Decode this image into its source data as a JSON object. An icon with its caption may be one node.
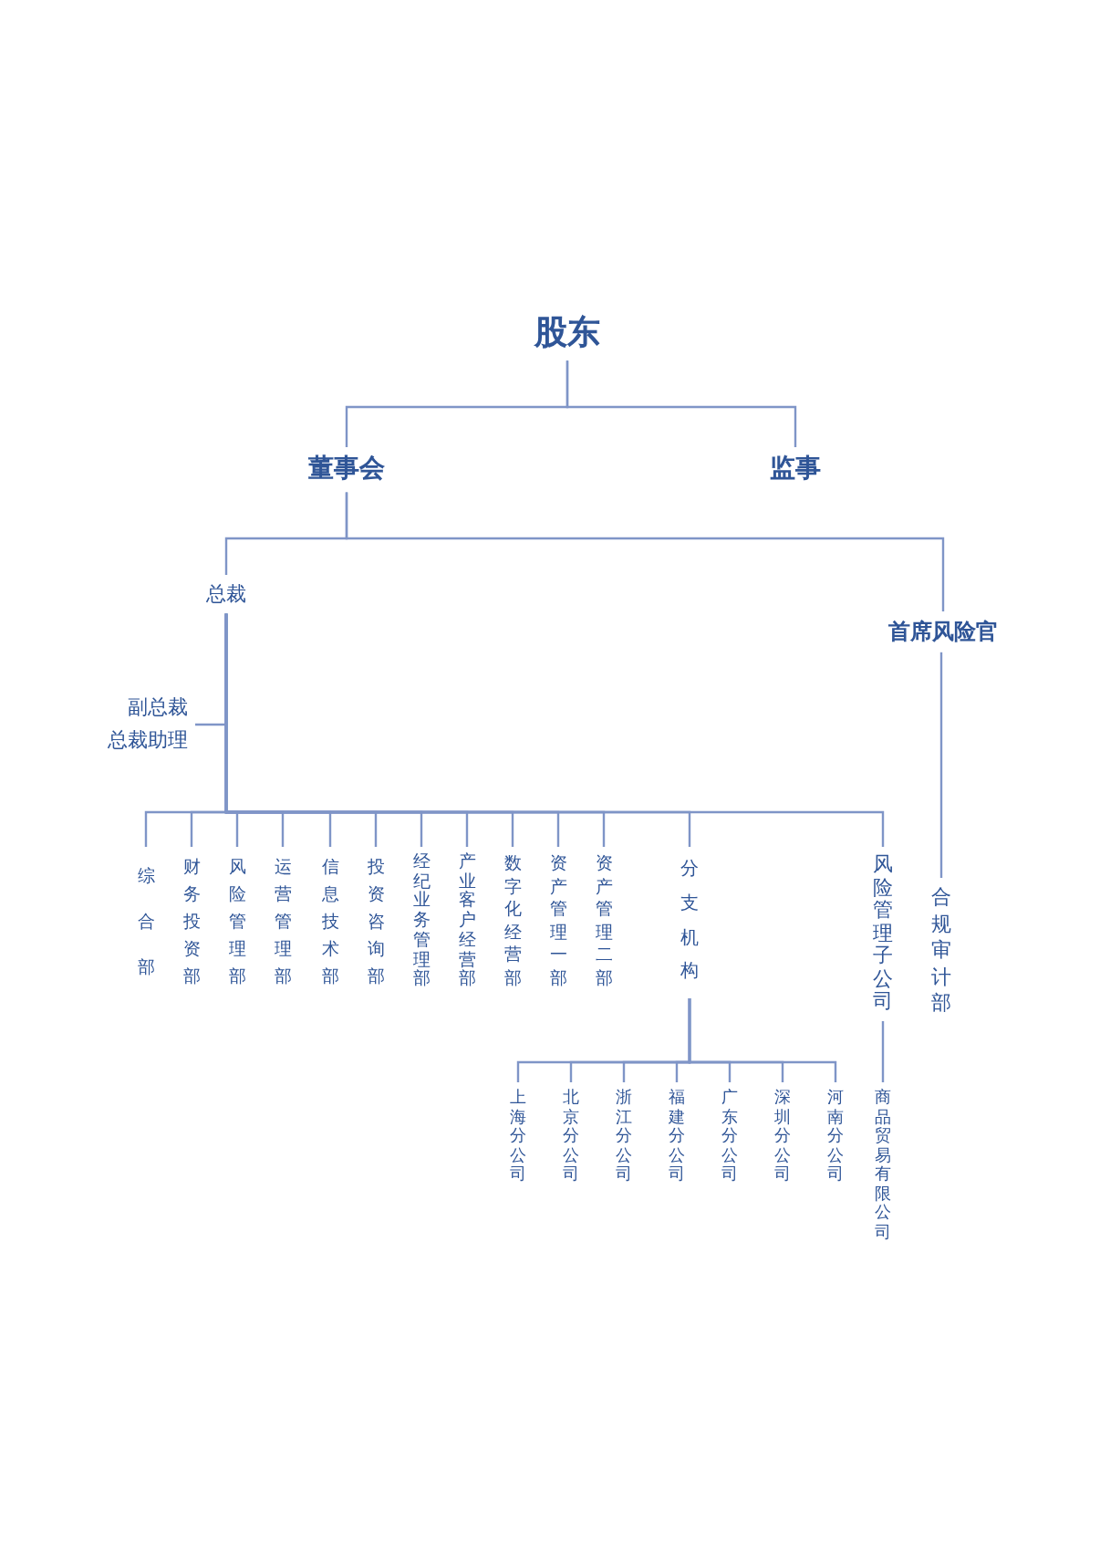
{
  "diagram": {
    "nodes": [
      {
        "text": [
          "股东"
        ]
      },
      {
        "text": [
          "董事会"
        ]
      },
      {
        "text": [
          "监事"
        ]
      },
      {
        "text": [
          "总裁"
        ]
      },
      {
        "text": [
          "首席风险官"
        ]
      },
      {
        "text": [
          "副总裁",
          "总裁助理"
        ]
      },
      {
        "text": [
          "综合部"
        ]
      },
      {
        "text": [
          "财务投资部"
        ]
      },
      {
        "text": [
          "风险管理部"
        ]
      },
      {
        "text": [
          "运营管理部"
        ]
      },
      {
        "text": [
          "信息技术部"
        ]
      },
      {
        "text": [
          "投资咨询部"
        ]
      },
      {
        "text": [
          "经纪业务管理部"
        ]
      },
      {
        "text": [
          "产业客户经营部"
        ]
      },
      {
        "text": [
          "数字化经营部"
        ]
      },
      {
        "text": [
          "资产管理一部"
        ]
      },
      {
        "text": [
          "资产管理二部"
        ]
      },
      {
        "text": [
          "分支机构"
        ]
      },
      {
        "text": [
          "风险管理子公司"
        ]
      },
      {
        "text": [
          "合规审计部"
        ]
      },
      {
        "text": [
          "上海分公司"
        ]
      },
      {
        "text": [
          "北京分公司"
        ]
      },
      {
        "text": [
          "浙江分公司"
        ]
      },
      {
        "text": [
          "福建分公司"
        ]
      },
      {
        "text": [
          "广东分公司"
        ]
      },
      {
        "text": [
          "深圳分公司"
        ]
      },
      {
        "text": [
          "河南分公司"
        ]
      },
      {
        "text": [
          "商品贸易有限公司"
        ]
      }
    ],
    "edges": [
      {
        "from": 0,
        "to": 1,
        "arrow": "none"
      },
      {
        "from": 0,
        "to": 2,
        "arrow": "none"
      },
      {
        "from": 1,
        "to": 3,
        "arrow": "none"
      },
      {
        "from": 1,
        "to": 4,
        "arrow": "none"
      },
      {
        "from": 3,
        "to": 5,
        "arrow": "none"
      },
      {
        "from": 3,
        "to": 6,
        "arrow": "none"
      },
      {
        "from": 3,
        "to": 7,
        "arrow": "none"
      },
      {
        "from": 3,
        "to": 8,
        "arrow": "none"
      },
      {
        "from": 3,
        "to": 9,
        "arrow": "none"
      },
      {
        "from": 3,
        "to": 10,
        "arrow": "none"
      },
      {
        "from": 3,
        "to": 11,
        "arrow": "none"
      },
      {
        "from": 3,
        "to": 12,
        "arrow": "none"
      },
      {
        "from": 3,
        "to": 13,
        "arrow": "none"
      },
      {
        "from": 3,
        "to": 14,
        "arrow": "none"
      },
      {
        "from": 3,
        "to": 15,
        "arrow": "none"
      },
      {
        "from": 3,
        "to": 16,
        "arrow": "none"
      },
      {
        "from": 3,
        "to": 17,
        "arrow": "none"
      },
      {
        "from": 3,
        "to": 18,
        "arrow": "none"
      },
      {
        "from": 4,
        "to": 19,
        "arrow": "none"
      },
      {
        "from": 17,
        "to": 20,
        "arrow": "none"
      },
      {
        "from": 17,
        "to": 21,
        "arrow": "none"
      },
      {
        "from": 17,
        "to": 22,
        "arrow": "none"
      },
      {
        "from": 17,
        "to": 23,
        "arrow": "none"
      },
      {
        "from": 17,
        "to": 24,
        "arrow": "none"
      },
      {
        "from": 17,
        "to": 25,
        "arrow": "none"
      },
      {
        "from": 17,
        "to": 26,
        "arrow": "none"
      },
      {
        "from": 18,
        "to": 27,
        "arrow": "none"
      }
    ]
  }
}
